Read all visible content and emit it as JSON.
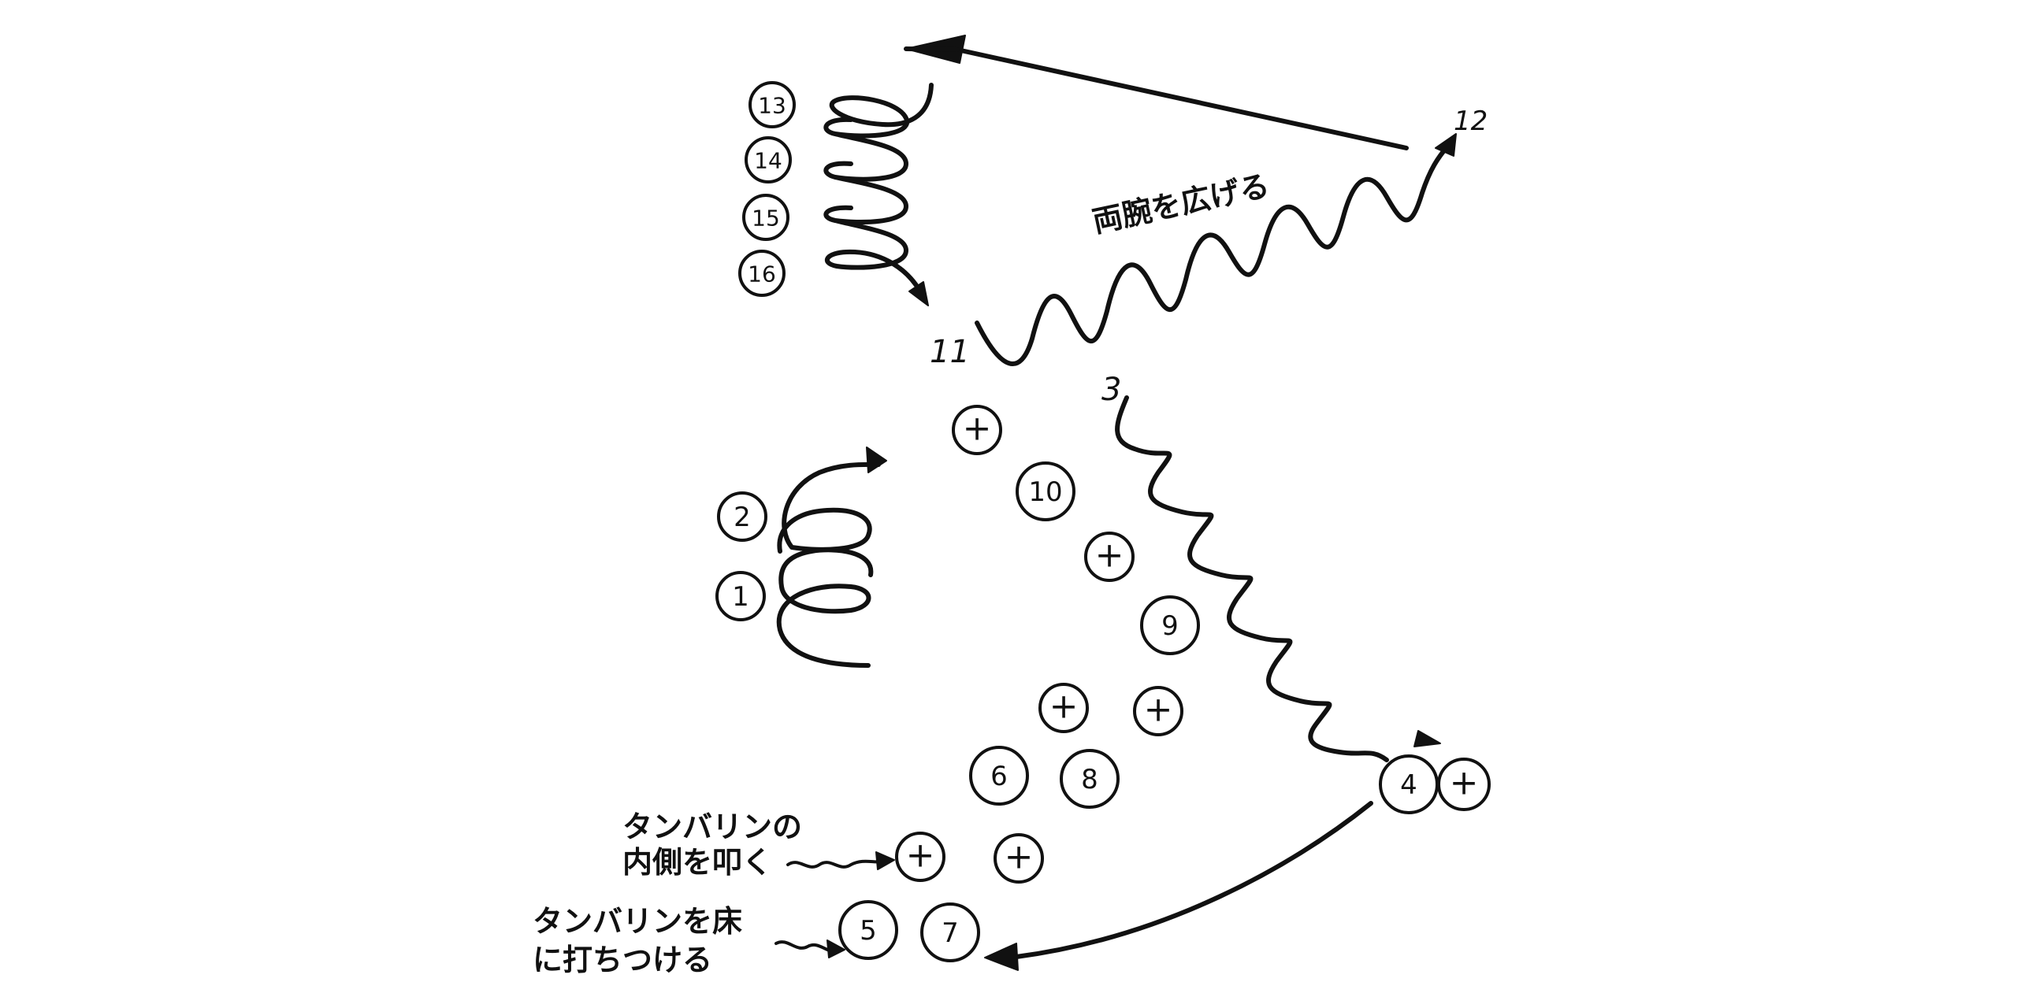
{
  "labels": {
    "spread_arms": "両腕を広げる",
    "hit_inside_line1": "タンバリンの",
    "hit_inside_line2": "内側を叩く",
    "hit_floor_line1": "タンバリンを床",
    "hit_floor_line2": "に打ちつける"
  },
  "steps": {
    "s1": "1",
    "s2": "2",
    "s3": "3",
    "s4": "4",
    "s5": "5",
    "s6": "6",
    "s7": "7",
    "s8": "8",
    "s9": "9",
    "s10": "10",
    "s11": "11",
    "s12": "12",
    "s13": "13",
    "s14": "14",
    "s15": "15",
    "s16": "16",
    "plus": "+"
  }
}
